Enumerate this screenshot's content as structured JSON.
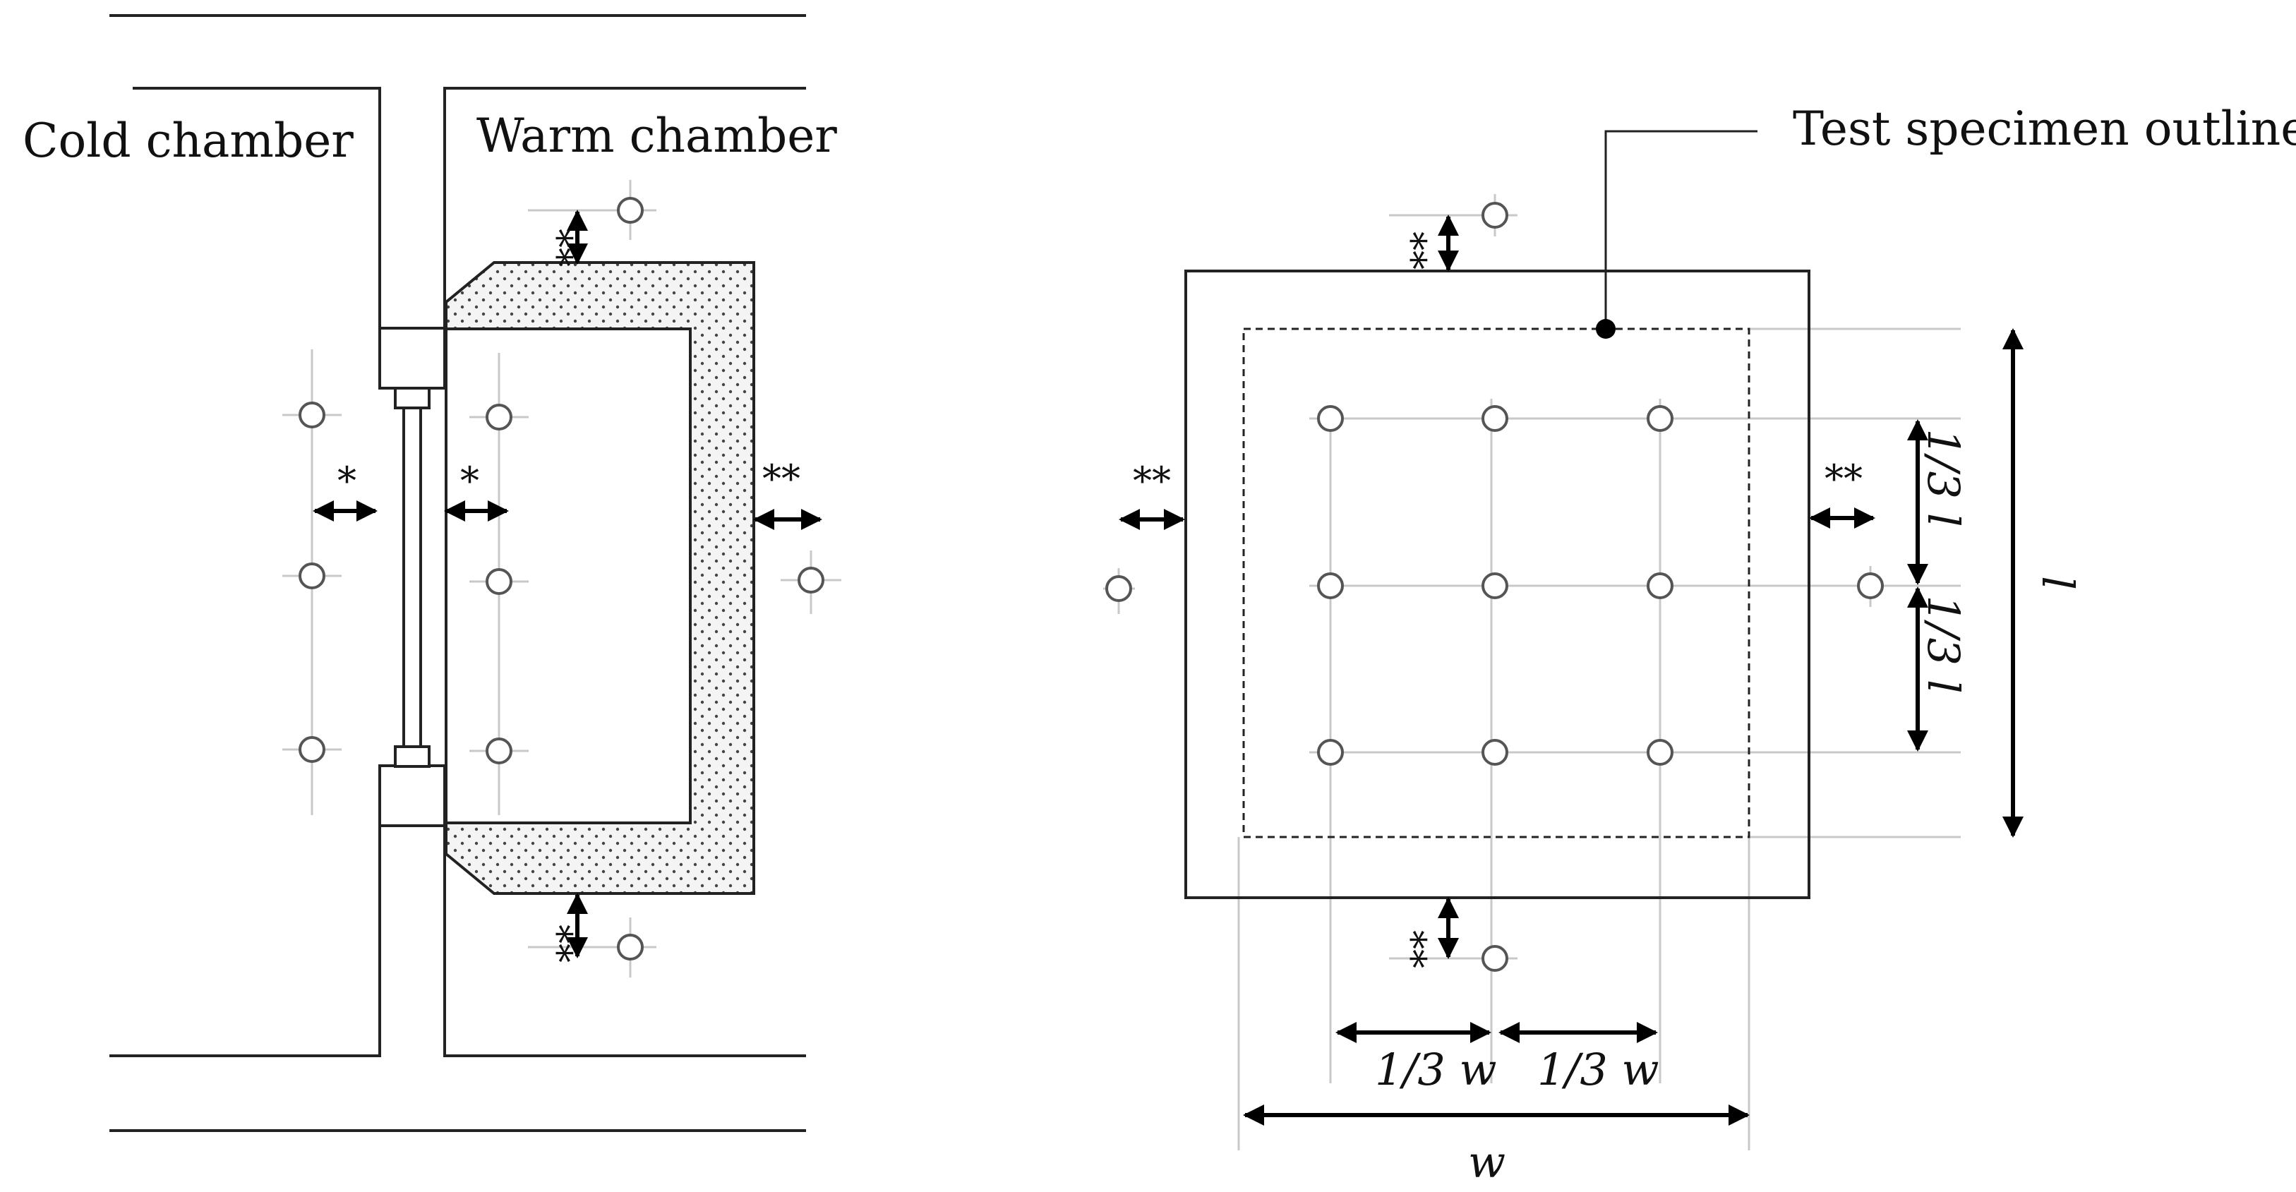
{
  "labels": {
    "cold_chamber": "Cold chamber",
    "warm_chamber": "Warm chamber",
    "test_specimen_outline": "Test specimen outline",
    "single_star": "*",
    "double_star": "**",
    "one_third_w": "1/3 w",
    "one_third_l": "1/3 l",
    "w": "w",
    "l": "l"
  },
  "colors": {
    "line": "#222222",
    "guide": "#c8c8c8",
    "sensor": "#555555",
    "insulation": "#e9e9e9"
  }
}
